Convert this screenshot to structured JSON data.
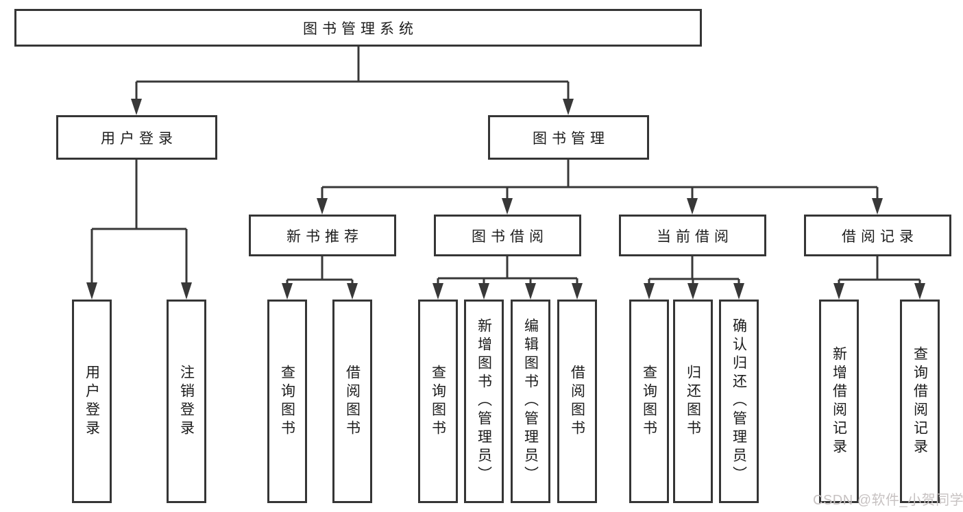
{
  "diagram": {
    "type": "hierarchy-tree",
    "title": "图书管理系统"
  },
  "nodes": {
    "root": {
      "label": "图书管理系统"
    },
    "user_login": {
      "label": "用户登录"
    },
    "book_mgmt": {
      "label": "图书管理"
    },
    "new_book_rec": {
      "label": "新书推荐"
    },
    "book_borrow": {
      "label": "图书借阅"
    },
    "current_borrow": {
      "label": "当前借阅"
    },
    "borrow_records": {
      "label": "借阅记录"
    },
    "leaf_user_login": {
      "label": "用户登录"
    },
    "leaf_logout": {
      "label": "注销登录"
    },
    "leaf_query_books_rec": {
      "label": "查询图书"
    },
    "leaf_borrow_books_rec": {
      "label": "借阅图书"
    },
    "leaf_query_books_bb": {
      "label": "查询图书"
    },
    "leaf_add_books": {
      "label": "新增图书（管理员）"
    },
    "leaf_edit_books": {
      "label": "编辑图书（管理员）"
    },
    "leaf_borrow_books_bb": {
      "label": "借阅图书"
    },
    "leaf_query_books_cur": {
      "label": "查询图书"
    },
    "leaf_return_books": {
      "label": "归还图书"
    },
    "leaf_confirm_return": {
      "label": "确认归还（管理员）"
    },
    "leaf_add_borrow_record": {
      "label": "新增借阅记录"
    },
    "leaf_query_borrow_record": {
      "label": "查询借阅记录"
    }
  },
  "edges": [
    {
      "from": "图书管理系统",
      "to": [
        "用户登录",
        "图书管理"
      ]
    },
    {
      "from": "用户登录",
      "to": [
        "用户登录",
        "注销登录"
      ]
    },
    {
      "from": "图书管理",
      "to": [
        "新书推荐",
        "图书借阅",
        "当前借阅",
        "借阅记录"
      ]
    },
    {
      "from": "新书推荐",
      "to": [
        "查询图书",
        "借阅图书"
      ]
    },
    {
      "from": "图书借阅",
      "to": [
        "查询图书",
        "新增图书（管理员）",
        "编辑图书（管理员）",
        "借阅图书"
      ]
    },
    {
      "from": "当前借阅",
      "to": [
        "查询图书",
        "归还图书",
        "确认归还（管理员）"
      ]
    },
    {
      "from": "借阅记录",
      "to": [
        "新增借阅记录",
        "查询借阅记录"
      ]
    }
  ],
  "watermark": {
    "text": "CSDN @软件_小贺同学"
  },
  "colors": {
    "background": "#ffffff",
    "line": "#383838",
    "box_border": "#353535",
    "text": "#1c1c1c",
    "watermark": "#c7c2c2"
  }
}
